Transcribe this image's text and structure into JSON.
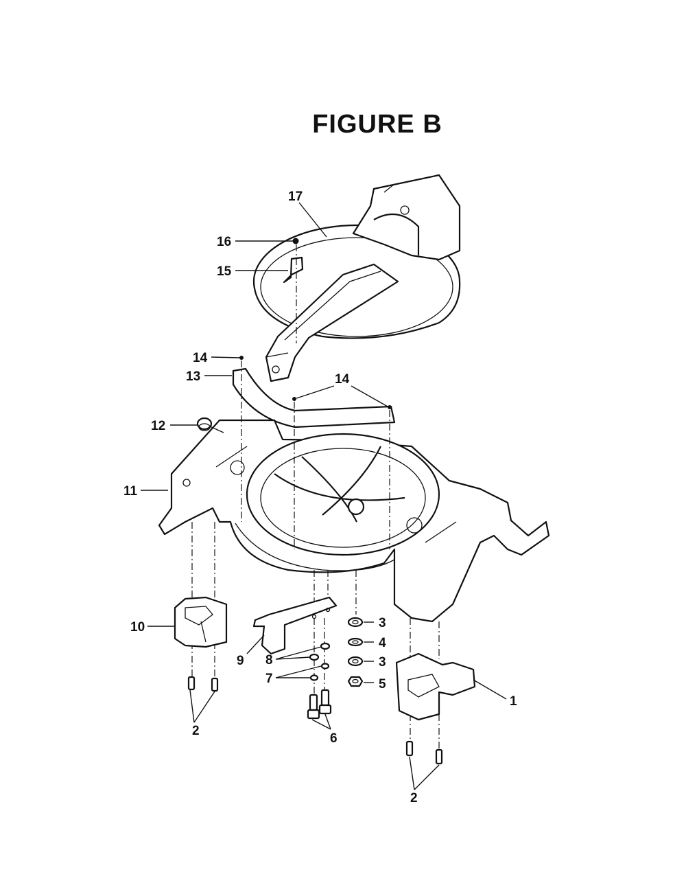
{
  "figure": {
    "title": "FIGURE B"
  },
  "callouts": [
    {
      "id": "c17",
      "text": "17"
    },
    {
      "id": "c16",
      "text": "16"
    },
    {
      "id": "c15",
      "text": "15"
    },
    {
      "id": "c14a",
      "text": "14"
    },
    {
      "id": "c13",
      "text": "13"
    },
    {
      "id": "c14b",
      "text": "14"
    },
    {
      "id": "c12",
      "text": "12"
    },
    {
      "id": "c11",
      "text": "11"
    },
    {
      "id": "c10",
      "text": "10"
    },
    {
      "id": "c9",
      "text": "9"
    },
    {
      "id": "c8",
      "text": "8"
    },
    {
      "id": "c7",
      "text": "7"
    },
    {
      "id": "c6",
      "text": "6"
    },
    {
      "id": "c5",
      "text": "5"
    },
    {
      "id": "c4",
      "text": "4"
    },
    {
      "id": "c3a",
      "text": "3"
    },
    {
      "id": "c3b",
      "text": "3"
    },
    {
      "id": "c2a",
      "text": "2"
    },
    {
      "id": "c2b",
      "text": "2"
    },
    {
      "id": "c1",
      "text": "1"
    }
  ]
}
